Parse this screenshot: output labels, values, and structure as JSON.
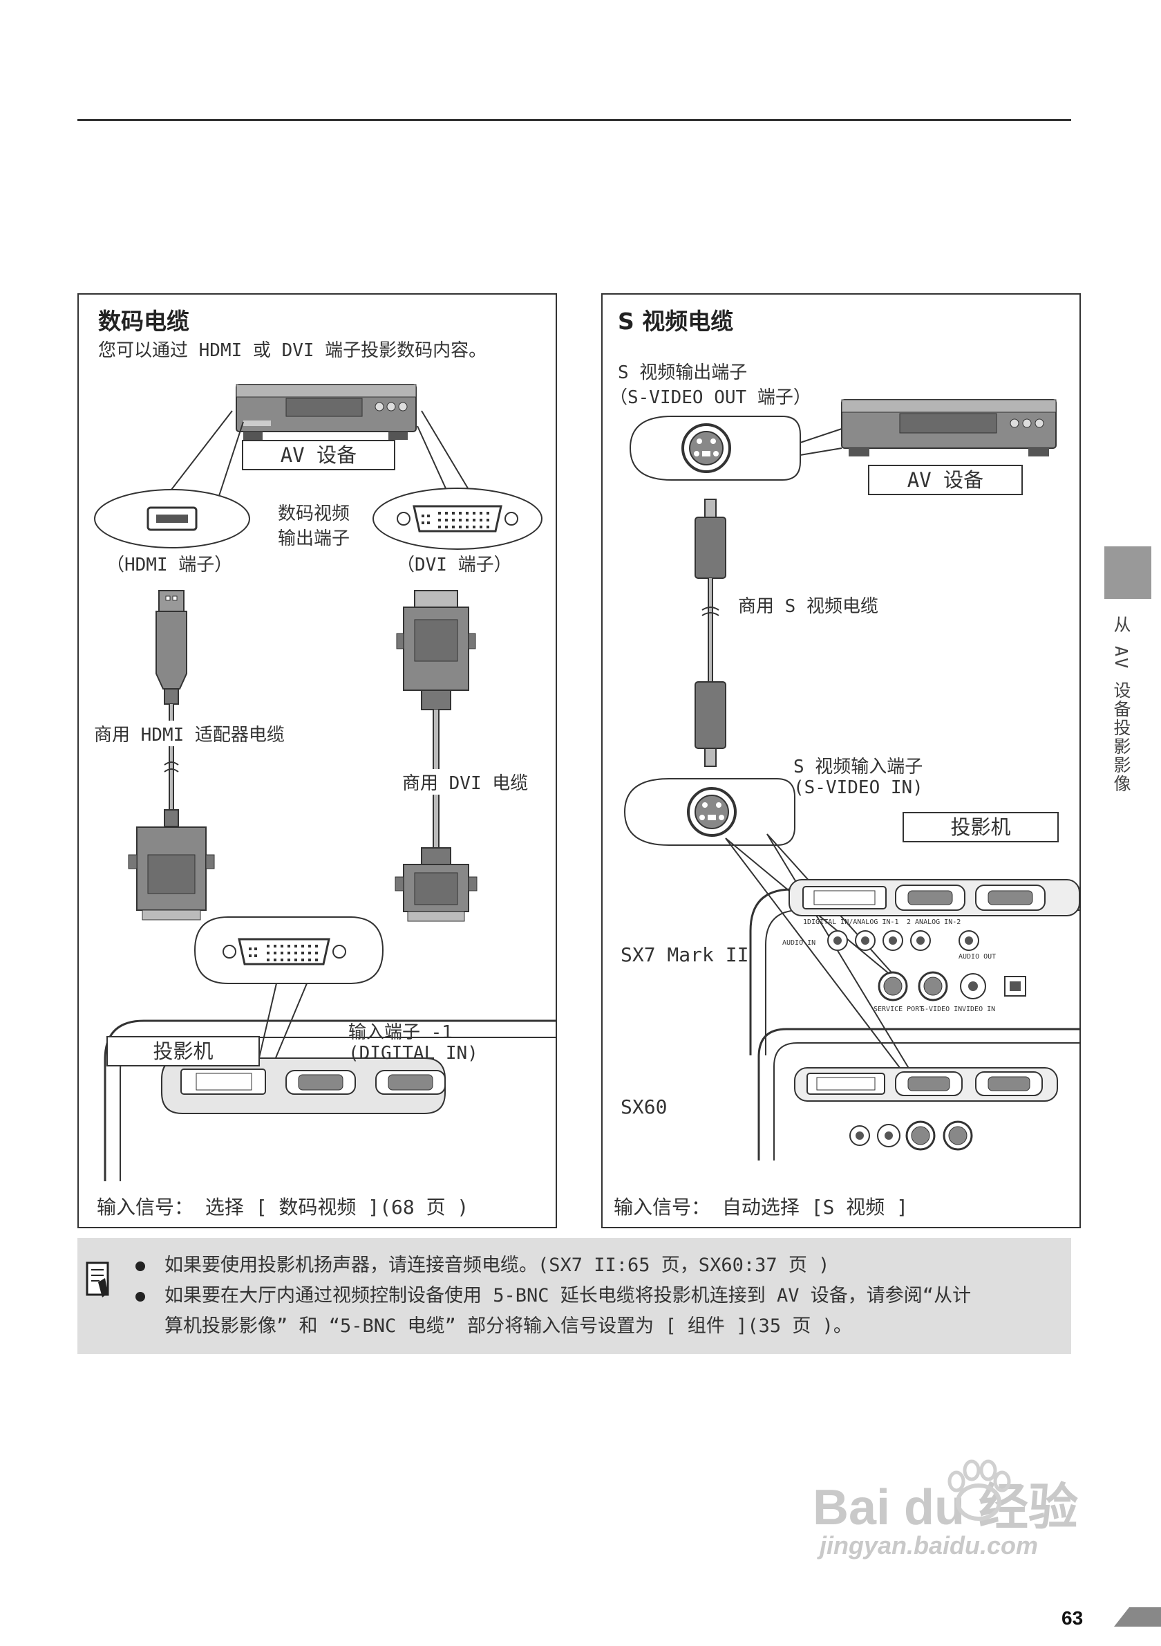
{
  "left_panel": {
    "title": "数码电缆",
    "subtitle": "您可以通过 HDMI 或 DVI 端子投影数码内容。",
    "av_device": "AV 设备",
    "digital_output_line1": "数码视频",
    "digital_output_line2": "输出端子",
    "hdmi_terminal": "（HDMI 端子）",
    "dvi_terminal": "（DVI 端子）",
    "hdmi_cable": "商用 HDMI 适配器电缆",
    "dvi_cable": "商用 DVI 电缆",
    "projector": "投影机",
    "input_terminal_line1": "输入端子 -1",
    "input_terminal_line2": "(DIGITAL  IN)",
    "input_signal": "输入信号： 选择 [ 数码视频 ](68 页 )"
  },
  "right_panel": {
    "title": "S 视频电缆",
    "svideo_out_line1": "S 视频输出端子",
    "svideo_out_line2": "（S-VIDEO OUT 端子）",
    "av_device": "AV 设备",
    "svideo_cable": "商用 S 视频电缆",
    "svideo_in_line1": "S 视频输入端子",
    "svideo_in_line2": "(S-VIDEO  IN)",
    "projector": "投影机",
    "model_sx7": "SX7  Mark  II",
    "model_sx60": "SX60",
    "port_labels": {
      "digital_in": "1DIGITAL IN/ANALOG IN-1",
      "analog_in2": "2 ANALOG IN-2",
      "audio_in": "AUDIO IN",
      "audio_out": "AUDIO OUT",
      "service_port": "SERVICE PORT",
      "svideo_in": "S-VIDEO IN",
      "video_in": "VIDEO IN"
    },
    "input_signal": "输入信号： 自动选择 [S 视频 ]"
  },
  "notes": [
    "如果要使用投影机扬声器，请连接音频电缆。(SX7 II:65 页，SX60:37 页 )",
    "如果要在大厅内通过视频控制设备使用 5-BNC 延长电缆将投影机连接到 AV 设备，请参阅“从计",
    "算机投影影像” 和 “5-BNC 电缆” 部分将输入信号设置为 [ 组件 ](35 页 )。"
  ],
  "side_tab_text": "从 AV 设备投影影像",
  "page_number": "63",
  "watermark": {
    "logo": "Bai du 经验",
    "url": "jingyan.baidu.com"
  }
}
